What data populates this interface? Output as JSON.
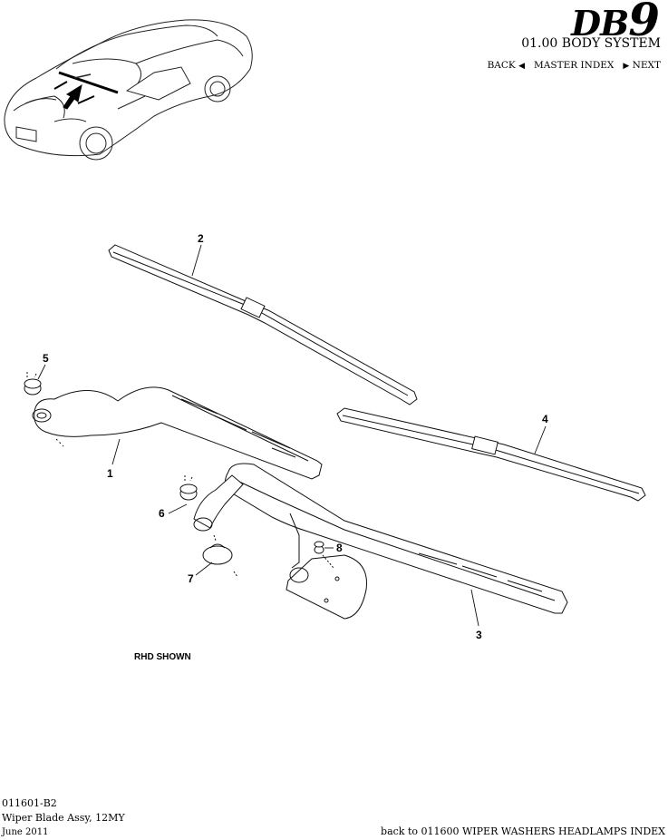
{
  "header": {
    "brand_db": "DB",
    "brand_num": "9",
    "system_title": "01.00 BODY SYSTEM",
    "nav": {
      "back": "BACK",
      "master_index": "MASTER INDEX",
      "next": "NEXT"
    }
  },
  "diagram": {
    "callouts": [
      "1",
      "2",
      "3",
      "4",
      "5",
      "6",
      "7",
      "8"
    ],
    "note": "RHD SHOWN"
  },
  "footer": {
    "part_code": "011601-B2",
    "part_name": "Wiper Blade Assy, 12MY",
    "date": "June 2011",
    "back_link": "back to 011600 WIPER WASHERS HEADLAMPS INDEX"
  }
}
